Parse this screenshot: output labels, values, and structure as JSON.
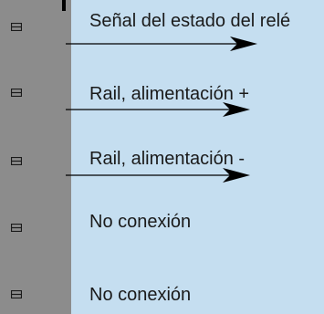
{
  "pins": [
    {
      "label": "Señal del estado del relé",
      "has_arrow": true
    },
    {
      "label": "Rail, alimentación +",
      "has_arrow": true
    },
    {
      "label": "Rail, alimentación -",
      "has_arrow": true
    },
    {
      "label": "No conexión",
      "has_arrow": false
    },
    {
      "label": "No conexión",
      "has_arrow": false
    }
  ],
  "colors": {
    "background": "#c5def0",
    "connector": "#8c8c8c",
    "line": "#000000"
  }
}
